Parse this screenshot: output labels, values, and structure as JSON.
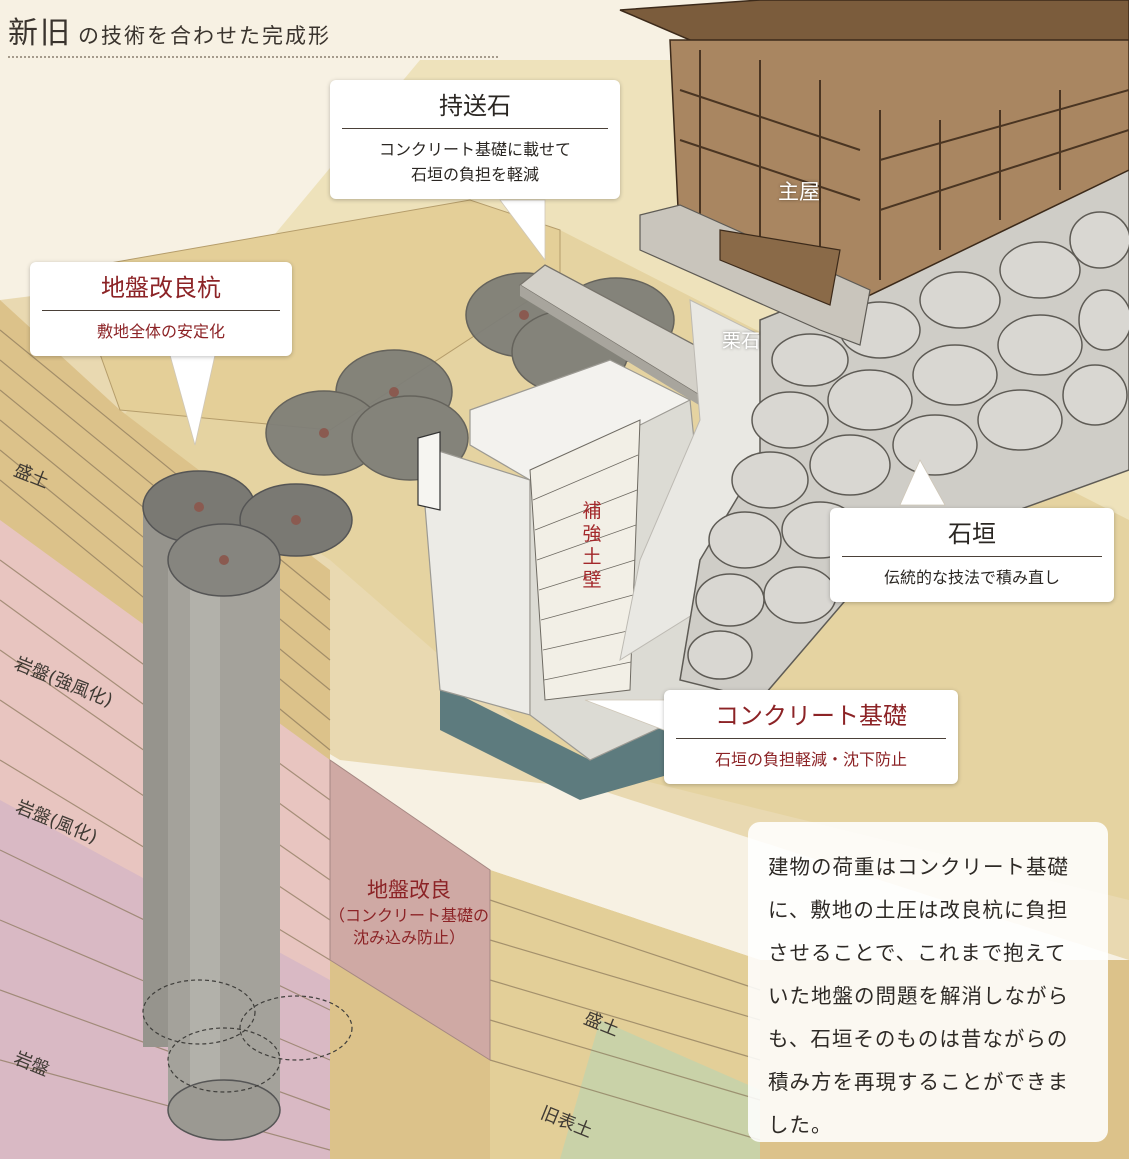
{
  "title": {
    "main": "新旧",
    "sub": "の技術を合わせた完成形"
  },
  "callouts": {
    "pile": {
      "title": "地盤改良杭",
      "desc": "敷地全体の安定化"
    },
    "mochiokuri": {
      "title": "持送石",
      "desc": "コンクリート基礎に載せて\n石垣の負担を軽減"
    },
    "ishigaki": {
      "title": "石垣",
      "desc": "伝統的な技法で積み直し"
    },
    "foundation": {
      "title": "コンクリート基礎",
      "desc": "石垣の負担軽減・沈下防止"
    }
  },
  "labels": {
    "shuoku": "主屋",
    "kuriishi": "栗石",
    "reinforced_wall": "補強土壁",
    "ground_improvement": "地盤改良",
    "ground_improvement_note": "（コンクリート基礎の\n沈み込み防止）"
  },
  "strata": {
    "morido_left": "盛土",
    "ganban_strong": "岩盤(強風化)",
    "ganban_weathered": "岩盤(風化)",
    "ganban": "岩盤",
    "morido_right": "盛土",
    "old_surface": "旧表土"
  },
  "note": "建物の荷重はコンクリート基礎に、敷地の土圧は改良杭に負担させることで、これまで抱えていた地盤の問題を解消しながらも、石垣そのものは昔ながらの積み方を再現することができました。",
  "colors": {
    "accent_red": "#8c2326",
    "soil": "#d9bf82",
    "rock_pink": "#e9c3c3",
    "pile_gray": "#8f8c86",
    "stone": "#d6d4cf",
    "wood": "#6d5236",
    "concrete": "#ecebe6"
  }
}
